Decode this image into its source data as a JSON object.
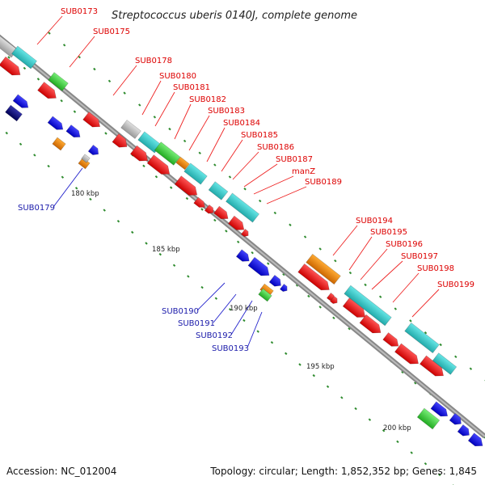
{
  "title": "Streptococcus uberis 0140J, complete genome",
  "footer": {
    "accession": "Accession: NC_012004",
    "summary": "Topology: circular; Length: 1,852,352 bp; Genes: 1,845"
  },
  "ticks": [
    "180 kbp",
    "185 kbp",
    "190 kbp",
    "195 kbp",
    "200 kbp"
  ],
  "labels": {
    "red": [
      "SUB0173",
      "SUB0175",
      "SUB0178",
      "SUB0180",
      "SUB0181",
      "SUB0182",
      "SUB0183",
      "SUB0184",
      "SUB0185",
      "SUB0186",
      "SUB0187",
      "manZ",
      "SUB0189",
      "SUB0194",
      "SUB0195",
      "SUB0196",
      "SUB0197",
      "SUB0198",
      "SUB0199"
    ],
    "blue": [
      "SUB0179",
      "SUB0190",
      "SUB0191",
      "SUB0192",
      "SUB0193"
    ]
  },
  "colors": {
    "cds": "#ee1111",
    "cyan": "#33cccc",
    "gray": "#bbbbbb",
    "green": "#44cc44",
    "orange": "#ee8800",
    "blue": "#1111dd",
    "navy": "#000077",
    "backbone": "#888888",
    "dots": "#2e8b2e"
  }
}
